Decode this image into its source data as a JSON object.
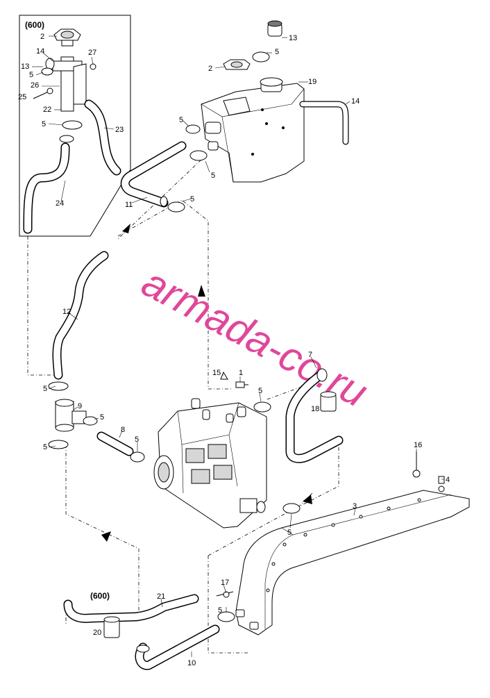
{
  "watermark": {
    "text": "armada-co.ru",
    "color": "#e0479a"
  },
  "callouts": {
    "inset_600": "(600)",
    "bottom_600": "(600)",
    "p2_inset": "2",
    "p14_inset": "14",
    "p27": "27",
    "p13_inset": "13",
    "p5_inset_top": "5",
    "p26": "26",
    "p25": "25",
    "p22": "22",
    "p5_inset_mid": "5",
    "p23": "23",
    "p24": "24",
    "p13_top": "13",
    "p5_top": "5",
    "p2_top": "2",
    "p19": "19",
    "p14_right": "14",
    "p5_tank_left": "5",
    "p5_tank_mid": "5",
    "p11": "11",
    "p5_hose11": "5",
    "p12": "12",
    "p15": "15",
    "p1": "1",
    "p7": "7",
    "p5_engine_right": "5",
    "p18": "18",
    "p5_left_upper": "5",
    "p9": "9",
    "p5_tee": "5",
    "p8": "8",
    "p5_pipe8": "5",
    "p5_left_lower": "5",
    "p16": "16",
    "p4": "4",
    "p3": "3",
    "p5_exchanger": "5",
    "p17": "17",
    "p21": "21",
    "p5_bottom": "5",
    "p20": "20",
    "p10": "10"
  }
}
